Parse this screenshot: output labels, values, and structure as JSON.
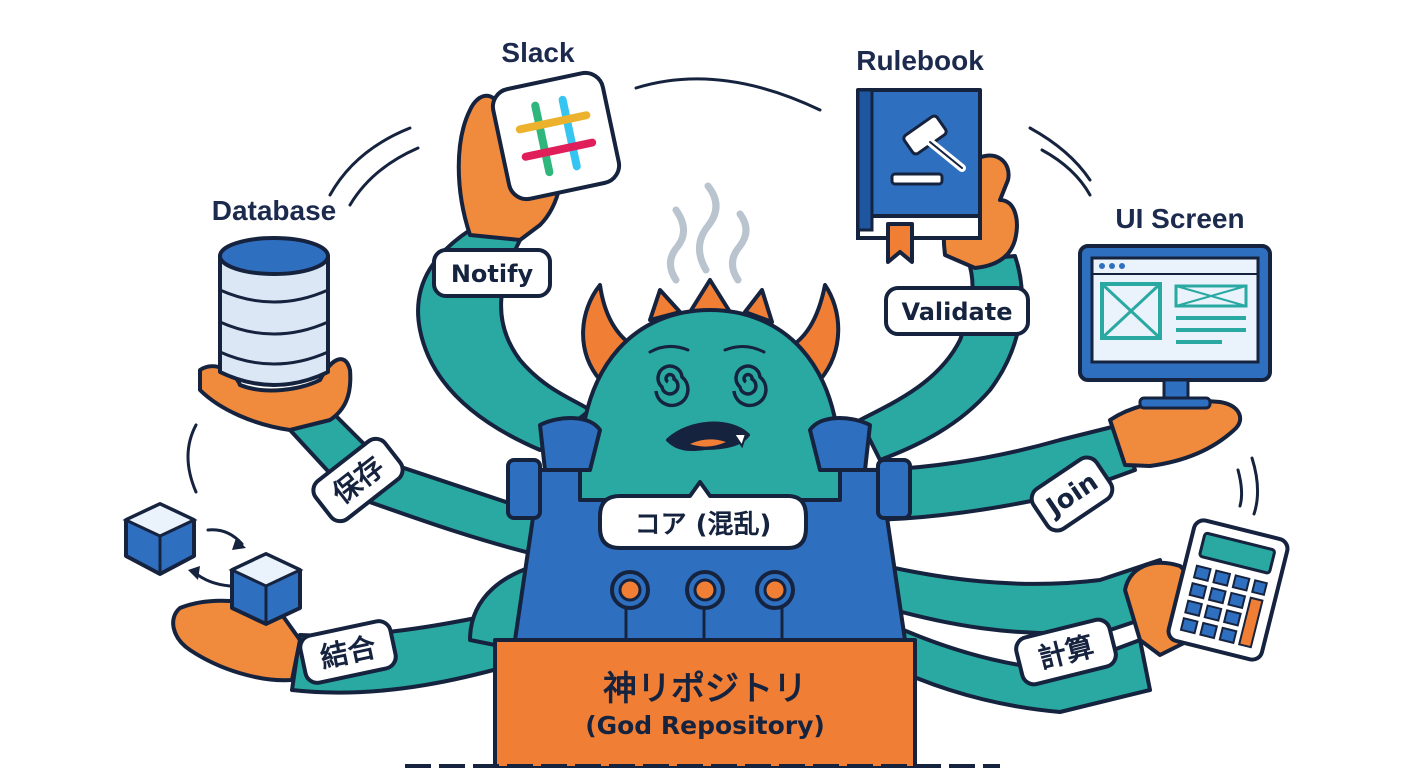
{
  "labels": {
    "slack": "Slack",
    "rulebook": "Rulebook",
    "database": "Database",
    "ui_screen": "UI Screen"
  },
  "arm_tags": {
    "notify": "Notify",
    "validate": "Validate",
    "save": "保存",
    "join_ja": "結合",
    "join_en": "Join",
    "calculate": "計算"
  },
  "core_bubble": "コア (混乱)",
  "apron": {
    "title": "神リポジトリ",
    "subtitle": "(God Repository)"
  },
  "colors": {
    "teal": "#2aa9a3",
    "blue": "#2f6fc0",
    "orange": "#f07f35",
    "navy": "#16233f",
    "skin": "#f08a3c"
  },
  "icons": [
    "slack-icon",
    "rulebook-icon",
    "gavel-icon",
    "database-icon",
    "monitor-icon",
    "calculator-icon",
    "cube-icon",
    "steam-icon"
  ]
}
